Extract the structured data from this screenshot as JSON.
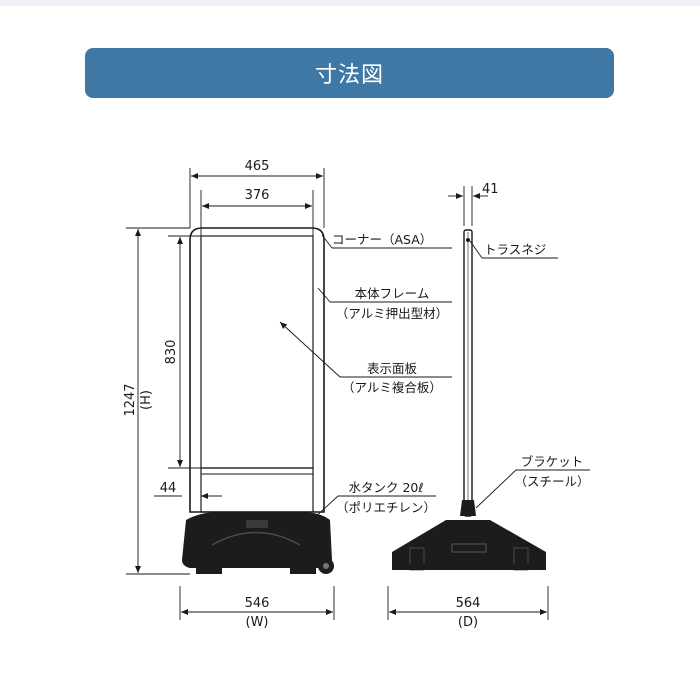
{
  "title": "寸法図",
  "front_view": {
    "width_outer": "465",
    "width_inner": "376",
    "height_total": "1247",
    "height_total_sym": "(H)",
    "panel_height": "830",
    "bottom_offset": "44",
    "base_width": "546",
    "base_width_sym": "(W)"
  },
  "side_view": {
    "thickness": "41",
    "depth": "564",
    "depth_sym": "(D)"
  },
  "labels": {
    "corner": "コーナー（ASA）",
    "frame_line1": "本体フレーム",
    "frame_line2": "（アルミ押出型材）",
    "panel_line1": "表示面板",
    "panel_line2": "（アルミ複合板）",
    "tank_line1": "水タンク 20ℓ",
    "tank_line2": "（ポリエチレン）",
    "truss_screw": "トラスネジ",
    "bracket_line1": "ブラケット",
    "bracket_line2": "（スチール）"
  },
  "colors": {
    "banner": "#3f78a5",
    "line": "#1a1a1a",
    "base": "#1c1c1c"
  }
}
